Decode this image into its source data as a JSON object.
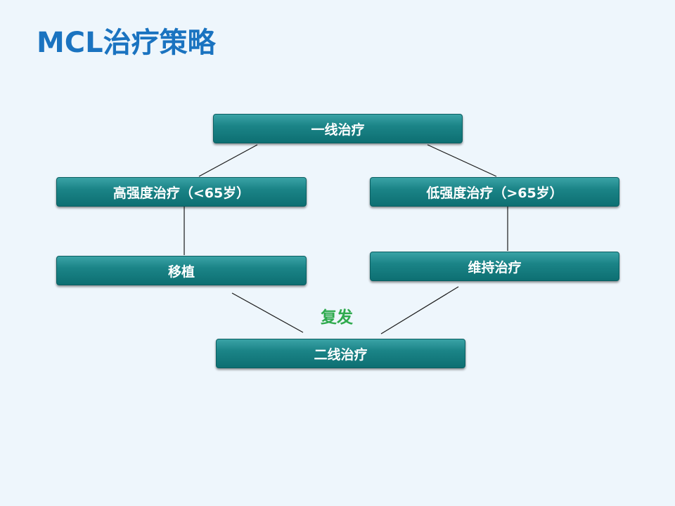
{
  "title": "MCL治疗策略",
  "nodes": {
    "first_line": "一线治疗",
    "high_intensity": "高强度治疗（<65岁）",
    "low_intensity": "低强度治疗（>65岁）",
    "transplant": "移植",
    "maintenance": "维持治疗",
    "second_line": "二线治疗"
  },
  "edge_label": "复发",
  "colors": {
    "title": "#1a73c0",
    "box_fill": "#1b8487",
    "box_text": "#ffffff",
    "edge_label": "#2faa4e",
    "background": "#eef6fc"
  }
}
